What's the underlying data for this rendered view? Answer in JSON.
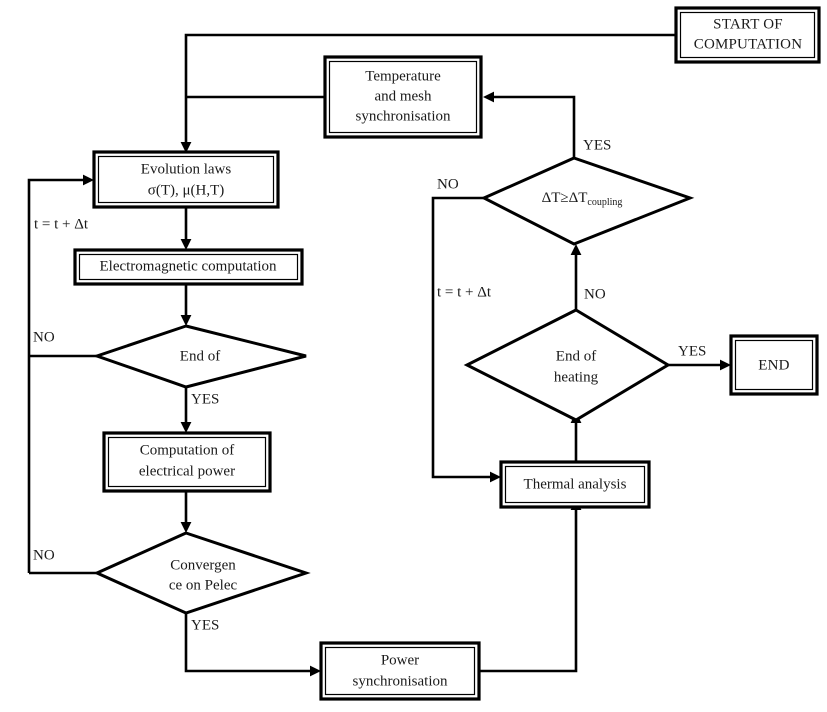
{
  "diagram": {
    "title": "Coupled electromagnetic-thermal computation flowchart",
    "background": "#ffffff",
    "line_color": "#000000",
    "text_color": "#1a1a1a"
  },
  "nodes": {
    "start": {
      "type": "process",
      "lines": [
        "START OF",
        "COMPUTATION"
      ],
      "line1": "START OF",
      "line2": "COMPUTATION"
    },
    "temp_sync": {
      "type": "process",
      "line1": "Temperature",
      "line2": "and mesh",
      "line3": "synchronisation"
    },
    "evolution": {
      "type": "process",
      "line1": "Evolution laws",
      "line2": "σ(T), μ(H,T)"
    },
    "em_comp": {
      "type": "process",
      "line1": "Electromagnetic computation"
    },
    "end_of": {
      "type": "decision",
      "line1": "End of"
    },
    "power_comp": {
      "type": "process",
      "line1": "Computation of",
      "line2": "electrical power"
    },
    "convergence": {
      "type": "decision",
      "line1": "Convergen",
      "line2": "ce on Pelec"
    },
    "power_sync": {
      "type": "process",
      "line1": "Power",
      "line2": "synchronisation"
    },
    "dt_coupling": {
      "type": "decision",
      "main": "ΔT≥ΔT",
      "subscript": "coupling"
    },
    "end_heating": {
      "type": "decision",
      "line1": "End of",
      "line2": "heating"
    },
    "thermal": {
      "type": "process",
      "line1": "Thermal analysis"
    },
    "end": {
      "type": "terminal",
      "line1": "END"
    }
  },
  "edge_labels": {
    "no_end_of": "NO",
    "yes_end_of": "YES",
    "no_convergence": "NO",
    "yes_convergence": "YES",
    "time_increment_left": "t = t + Δt",
    "time_increment_right": "t = t + Δt",
    "no_dt": "NO",
    "yes_dt": "YES",
    "no_heating": "NO",
    "yes_heating": "YES"
  }
}
